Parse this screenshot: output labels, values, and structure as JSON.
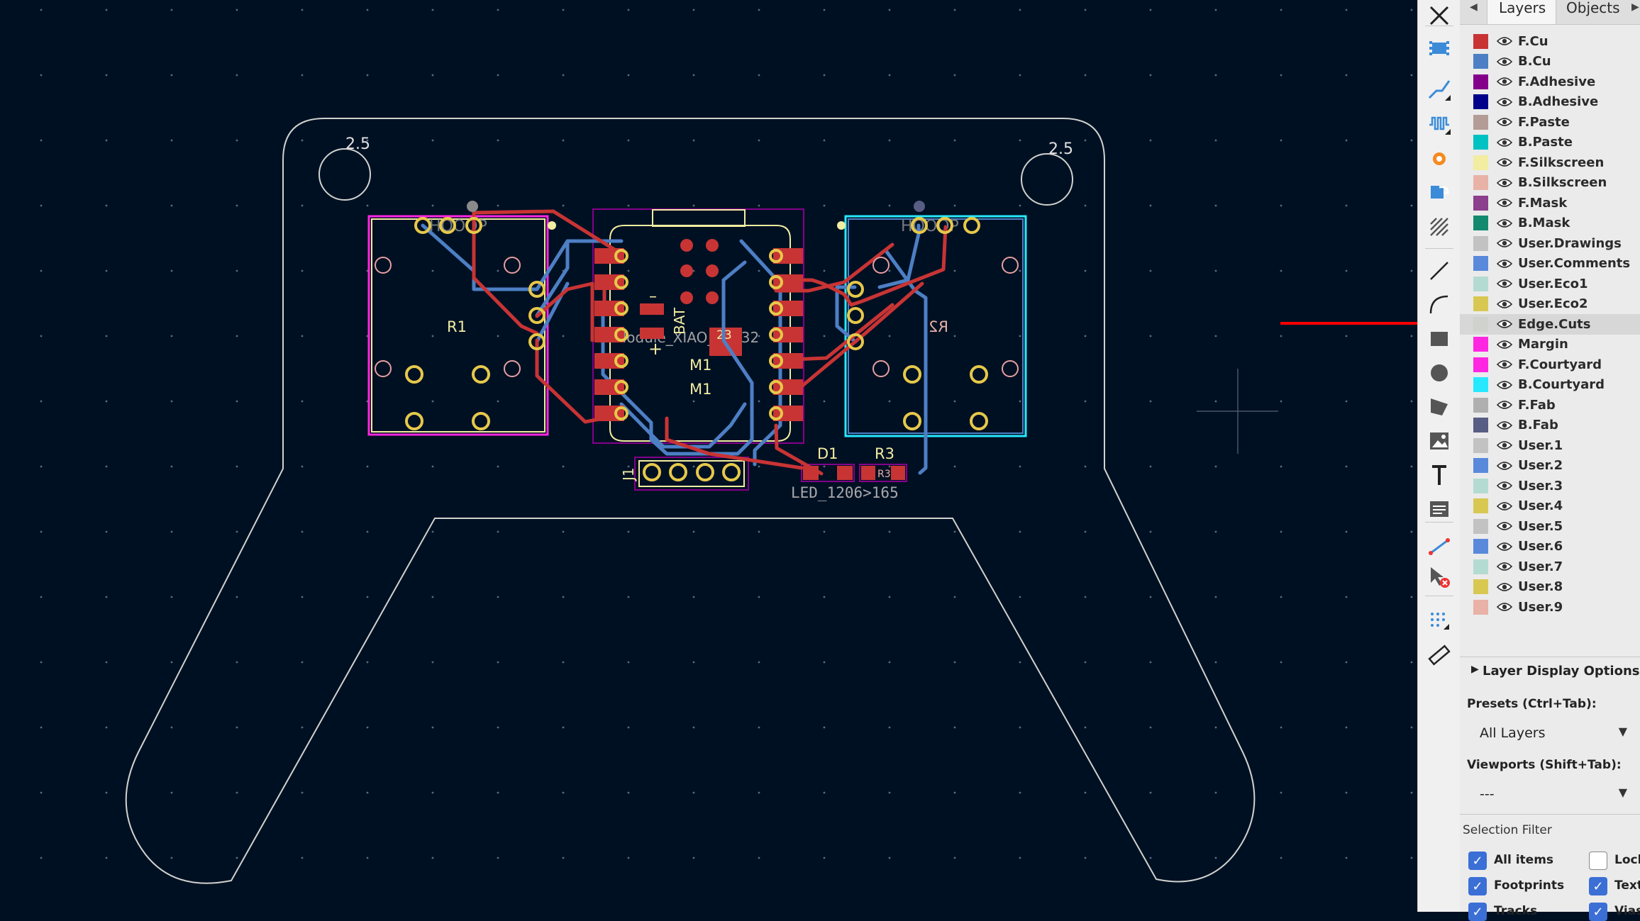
{
  "board": {
    "hole_labels": [
      "2.5",
      "2.5"
    ],
    "ref_r1": "R1",
    "ref_r2": "R2",
    "ref_m1": "M1",
    "val_m1": "M1",
    "ref_bat": "BAT",
    "ref_j1": "J1",
    "ref_d1": "D1",
    "ref_r3": "R3",
    "pad_r3": "R3",
    "pad_23": "23",
    "led_value": "LED_1206>165",
    "module_value": "Module_XIAO_ESP32",
    "switch_value_left": "HOOOP",
    "switch_value_right": "HOOOP",
    "bat_minus": "–",
    "bat_plus": "+"
  },
  "colors": {
    "background": "#001023",
    "front_copper": "#c83434",
    "back_copper": "#4d7fc4",
    "pad": "#e6c84a",
    "silkscreen": "#f2eda1",
    "edge_cuts": "#d0d2cd",
    "f_courtyard": "#ff26e2",
    "b_courtyard": "#26e9ff",
    "fab": "#afafaf",
    "annotation_arrow": "#ff0000"
  },
  "toolbar": {
    "tools": [
      {
        "name": "select-icon"
      },
      {
        "name": "footprint-icon"
      },
      {
        "name": "route-track-icon"
      },
      {
        "name": "tune-length-icon"
      },
      {
        "name": "via-icon"
      },
      {
        "name": "rule-area-icon"
      },
      {
        "name": "filled-zone-icon"
      },
      {
        "name": "line-icon"
      },
      {
        "name": "arc-icon"
      },
      {
        "name": "rectangle-icon"
      },
      {
        "name": "circle-icon"
      },
      {
        "name": "polygon-icon"
      },
      {
        "name": "image-icon"
      },
      {
        "name": "text-icon"
      },
      {
        "name": "textbox-icon"
      },
      {
        "name": "dimension-icon"
      },
      {
        "name": "delete-icon"
      },
      {
        "name": "grid-origin-icon"
      },
      {
        "name": "measure-icon"
      }
    ]
  },
  "panel": {
    "tab_layers": "Layers",
    "tab_objects": "Objects",
    "layers": [
      {
        "name": "F.Cu",
        "color": "#c83434"
      },
      {
        "name": "B.Cu",
        "color": "#4d7fc4"
      },
      {
        "name": "F.Adhesive",
        "color": "#84008b"
      },
      {
        "name": "B.Adhesive",
        "color": "#00008a"
      },
      {
        "name": "F.Paste",
        "color": "#b49c96"
      },
      {
        "name": "B.Paste",
        "color": "#00c2c2"
      },
      {
        "name": "F.Silkscreen",
        "color": "#f2eda1"
      },
      {
        "name": "B.Silkscreen",
        "color": "#e8b2a7"
      },
      {
        "name": "F.Mask",
        "color": "#8c3f8c"
      },
      {
        "name": "B.Mask",
        "color": "#138a6f"
      },
      {
        "name": "User.Drawings",
        "color": "#c2c2c2"
      },
      {
        "name": "User.Comments",
        "color": "#5989db"
      },
      {
        "name": "User.Eco1",
        "color": "#b4dbd2"
      },
      {
        "name": "User.Eco2",
        "color": "#d8c852"
      },
      {
        "name": "Edge.Cuts",
        "color": "#d0d2cd"
      },
      {
        "name": "Margin",
        "color": "#ff26e2"
      },
      {
        "name": "F.Courtyard",
        "color": "#ff26e2"
      },
      {
        "name": "B.Courtyard",
        "color": "#26e9ff"
      },
      {
        "name": "F.Fab",
        "color": "#afafaf"
      },
      {
        "name": "B.Fab",
        "color": "#585d84"
      },
      {
        "name": "User.1",
        "color": "#c2c2c2"
      },
      {
        "name": "User.2",
        "color": "#5989db"
      },
      {
        "name": "User.3",
        "color": "#b4dbd2"
      },
      {
        "name": "User.4",
        "color": "#d8c852"
      },
      {
        "name": "User.5",
        "color": "#c2c2c2"
      },
      {
        "name": "User.6",
        "color": "#5989db"
      },
      {
        "name": "User.7",
        "color": "#b4dbd2"
      },
      {
        "name": "User.8",
        "color": "#d8c852"
      },
      {
        "name": "User.9",
        "color": "#e8b2a7"
      }
    ],
    "layer_display_options": "Layer Display Options",
    "presets_label": "Presets (Ctrl+Tab):",
    "presets_value": "All Layers",
    "viewports_label": "Viewports (Shift+Tab):",
    "viewports_value": "---",
    "selection_filter": {
      "title": "Selection Filter",
      "items": [
        {
          "label": "All items",
          "checked": true
        },
        {
          "label": "Locked items",
          "checked": false
        },
        {
          "label": "Footprints",
          "checked": true
        },
        {
          "label": "Text",
          "checked": true
        },
        {
          "label": "Tracks",
          "checked": true
        },
        {
          "label": "Vias",
          "checked": true
        }
      ]
    }
  }
}
